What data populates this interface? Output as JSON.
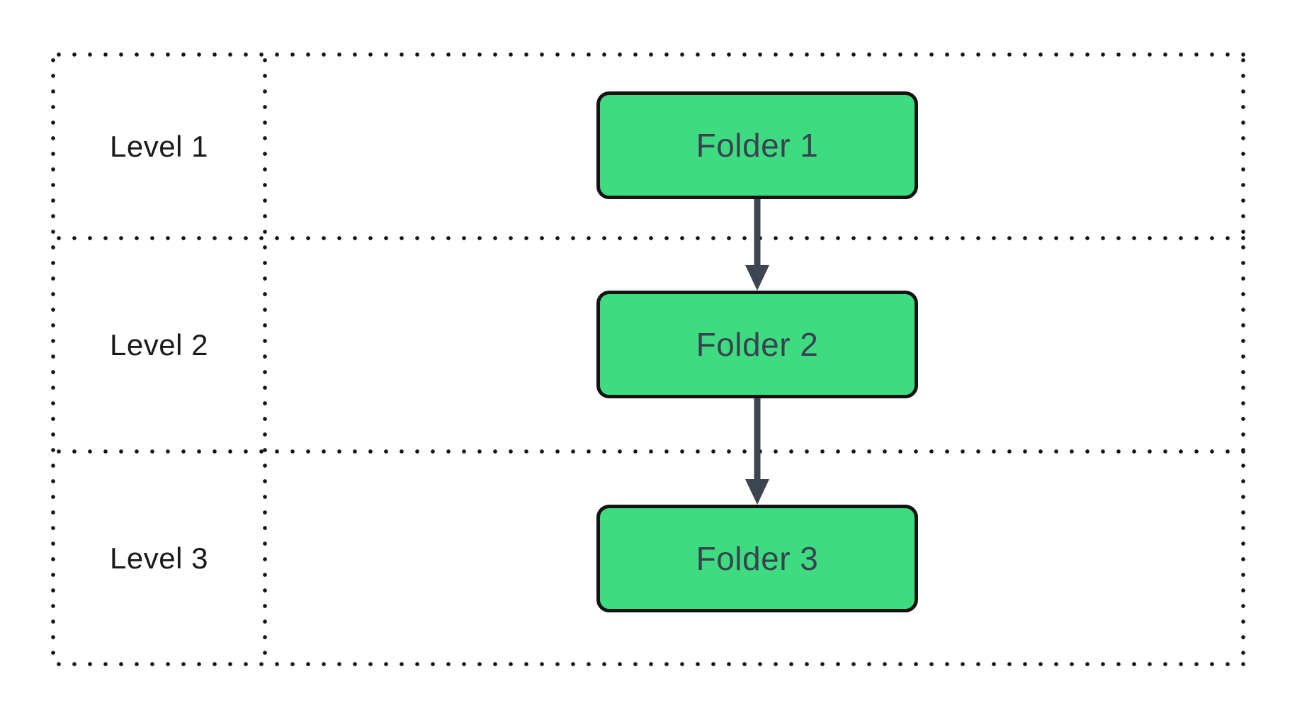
{
  "diagram": {
    "type": "swimlane-flowchart",
    "levels": [
      {
        "label": "Level 1"
      },
      {
        "label": "Level 2"
      },
      {
        "label": "Level 3"
      }
    ],
    "nodes": [
      {
        "label": "Folder 1",
        "level": "Level 1"
      },
      {
        "label": "Folder 2",
        "level": "Level 2"
      },
      {
        "label": "Folder 3",
        "level": "Level 3"
      }
    ],
    "edges": [
      {
        "from": "Folder 1",
        "to": "Folder 2",
        "direction": "down"
      },
      {
        "from": "Folder 2",
        "to": "Folder 3",
        "direction": "down"
      }
    ],
    "colors": {
      "node_fill": "#3EDC81",
      "node_border": "#131313",
      "node_text": "#3A4250",
      "arrow": "#3D4551",
      "dots": "#141414",
      "level_text": "#1A1A1A"
    }
  }
}
